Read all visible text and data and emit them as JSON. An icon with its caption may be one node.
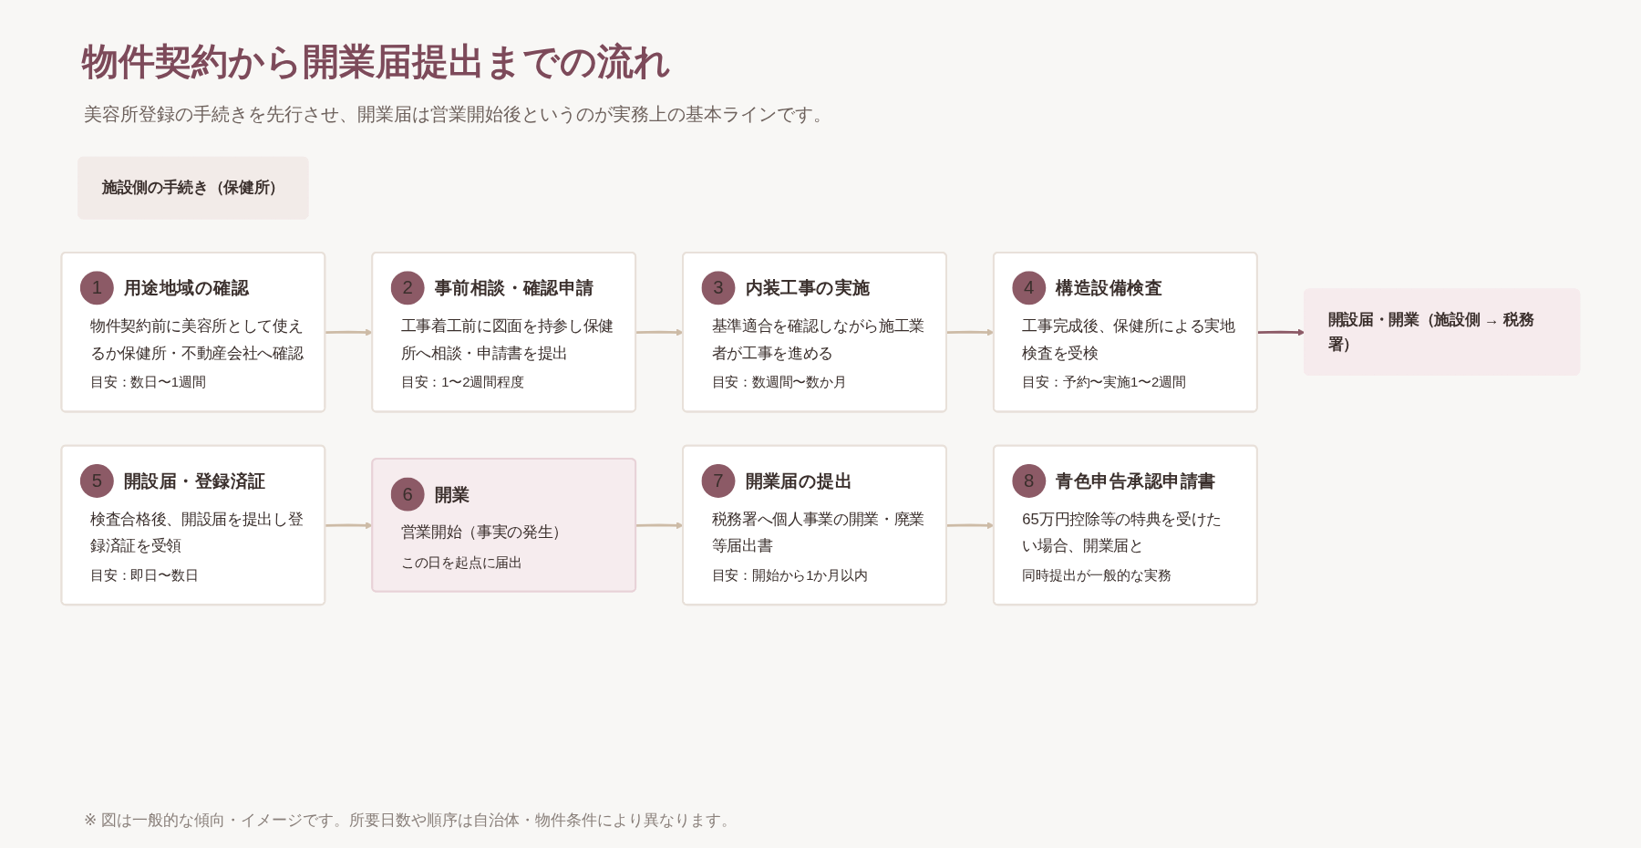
{
  "diagram": {
    "title": "物件契約から開業届提出までの流れ",
    "nodes": [
      {
        "text": [
          "施設側の手続き（保健所）"
        ]
      },
      {
        "text": [
          "1",
          "用途地域の確認",
          "物件契約前に美容所として使えるか保健所・不動産会社へ確認",
          "目安：数日〜1週間"
        ]
      },
      {
        "text": [
          "2",
          "事前相談・確認申請",
          "工事着工前に図面を持参し保健所へ相談・申請書を提出",
          "目安：1〜2週間程度"
        ]
      },
      {
        "text": [
          "3",
          "内装工事の実施",
          "基準適合を確認しながら施工業者が工事を進める",
          "目安：数週間〜数か月"
        ]
      },
      {
        "text": [
          "4",
          "構造設備検査",
          "工事完成後、保健所による実地検査を受検",
          "目安：予約〜実施1〜2週間"
        ]
      },
      {
        "text": [
          "開設届・開業（施設側 → 税務署）"
        ]
      },
      {
        "text": [
          "5",
          "開設届・登録済証",
          "検査合格後、開設届を提出し登録済証を受領",
          "目安：即日〜数日"
        ]
      },
      {
        "text": [
          "6",
          "開業",
          "営業開始（事実の発生）",
          "この日を起点に届出"
        ]
      },
      {
        "text": [
          "7",
          "開業届の提出",
          "税務署へ個人事業の開業・廃業等届出書",
          "目安：開始から1か月以内"
        ]
      },
      {
        "text": [
          "8",
          "青色申告承認申請書",
          "65万円控除等の特典を受けたい場合、開業届と",
          "同時提出が一般的な実務"
        ]
      }
    ],
    "edges": [
      {
        "from": 1,
        "to": 2,
        "arrow": "to"
      },
      {
        "from": 2,
        "to": 3,
        "arrow": "to"
      },
      {
        "from": 3,
        "to": 4,
        "arrow": "to"
      },
      {
        "from": 4,
        "to": 5,
        "arrow": "to",
        "color": "#8c5a66"
      },
      {
        "from": 6,
        "to": 7,
        "arrow": "to"
      },
      {
        "from": 7,
        "to": 8,
        "arrow": "to"
      },
      {
        "from": 8,
        "to": 9,
        "arrow": "to"
      }
    ],
    "labels": [
      "美容所登録の手続きを先行させ、開業届は営業開始後というのが実務上の基本ラインです。",
      "※ 図は一般的な傾向・イメージです。所要日数や順序は自治体・物件条件により異なります。"
    ]
  }
}
